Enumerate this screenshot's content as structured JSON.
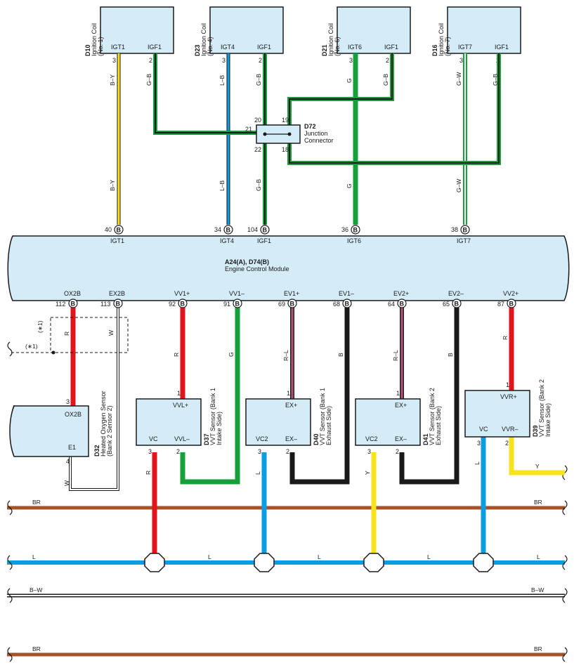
{
  "colors": {
    "yellow": "#f7e21b",
    "blue": "#0a9de0",
    "green": "#15a03a",
    "red": "#e3141b",
    "black": "#1a1a1a",
    "brown": "#a3522a",
    "pink": "#e57fa1",
    "white": "#ffffff",
    "box": "#d4ebf8"
  },
  "ignition_coils": [
    {
      "id": "D10",
      "name": "Ignition Coil",
      "sub": "(No. 1)",
      "pin1": "IGT1",
      "pin2": "IGF1",
      "n1": "3",
      "n2": "2",
      "wire1": "B–Y",
      "wire2": "G–B"
    },
    {
      "id": "D23",
      "name": "Ignition Coil",
      "sub": "(No. 4)",
      "pin1": "IGT4",
      "pin2": "IGF1",
      "n1": "3",
      "n2": "2",
      "wire1": "L–B",
      "wire2": "G–B"
    },
    {
      "id": "D21",
      "name": "Ignition Coil",
      "sub": "(No. 6)",
      "pin1": "IGT6",
      "pin2": "IGF1",
      "n1": "3",
      "n2": "2",
      "wire1": "G",
      "wire2": "G–B"
    },
    {
      "id": "D16",
      "name": "Ignition Coil",
      "sub": "(No. 7)",
      "pin1": "IGT7",
      "pin2": "IGF1",
      "n1": "3",
      "n2": "2",
      "wire1": "G–W",
      "wire2": "G–B"
    }
  ],
  "junction": {
    "id": "D72",
    "name1": "Junction",
    "name2": "Connector",
    "p20": "20",
    "p19": "19",
    "p21": "21",
    "p22": "22",
    "p18": "18"
  },
  "ecm": {
    "id": "A24(A), D74(B)",
    "name": "Engine Control Module",
    "top_terms": [
      {
        "num": "40",
        "conn": "B",
        "label": "IGT1",
        "wire": "B–Y"
      },
      {
        "num": "34",
        "conn": "B",
        "label": "IGT4",
        "wire": "L–B"
      },
      {
        "num": "104",
        "conn": "B",
        "label": "IGF1",
        "wire": "G–B"
      },
      {
        "num": "36",
        "conn": "B",
        "label": "IGT6",
        "wire": "G"
      },
      {
        "num": "38",
        "conn": "B",
        "label": "IGT7",
        "wire": "G–W"
      }
    ],
    "bottom_terms": [
      {
        "num": "112",
        "conn": "B",
        "label": "OX2B"
      },
      {
        "num": "113",
        "conn": "B",
        "label": "EX2B"
      },
      {
        "num": "92",
        "conn": "B",
        "label": "VV1+"
      },
      {
        "num": "91",
        "conn": "B",
        "label": "VV1–"
      },
      {
        "num": "69",
        "conn": "B",
        "label": "EV1+"
      },
      {
        "num": "68",
        "conn": "B",
        "label": "EV1–"
      },
      {
        "num": "64",
        "conn": "B",
        "label": "EV2+"
      },
      {
        "num": "65",
        "conn": "B",
        "label": "EV2–"
      },
      {
        "num": "87",
        "conn": "B",
        "label": "VV2+"
      }
    ]
  },
  "o2_sensor": {
    "id": "D32",
    "name1": "Heated Oxygen Sensor",
    "name2": "(Bank 2 Sensor 2)",
    "pin_top": "OX2B",
    "pin_bot": "E1",
    "n3": "3",
    "n4": "4",
    "wire_r": "R",
    "wire_w": "W",
    "wire_w2": "W",
    "note": "(∗1)",
    "note2": "(∗1)"
  },
  "vvt_sensors": [
    {
      "id": "D37",
      "name1": "VVT Sensor (Bank 1",
      "name2": "Intake Side)",
      "top": "VVL+",
      "bl": "VC",
      "br": "VVL–",
      "n1": "1",
      "n3": "3",
      "n2": "2",
      "wire_top": "R",
      "wire_neg": "G",
      "wire_vc": "R"
    },
    {
      "id": "D40",
      "name1": "VVT Sensor (Bank 1",
      "name2": "Exhaust Side)",
      "top": "EX+",
      "bl": "VC2",
      "br": "EX–",
      "n1": "1",
      "n3": "3",
      "n2": "2",
      "wire_top": "R–L",
      "wire_neg": "B",
      "wire_vc": "L"
    },
    {
      "id": "D41",
      "name1": "VVT Sensor (Bank 2",
      "name2": "Exhaust Side)",
      "top": "EX+",
      "bl": "VC2",
      "br": "EX–",
      "n1": "1",
      "n3": "3",
      "n2": "2",
      "wire_top": "R–L",
      "wire_neg": "B",
      "wire_vc": "Y"
    },
    {
      "id": "D39",
      "name1": "VVT Sensor (Bank 2",
      "name2": "Intake Side)",
      "top": "VVR+",
      "bl": "VC",
      "br": "VVR–",
      "n1": "1",
      "n3": "3",
      "n2": "2",
      "wire_top": "R",
      "wire_neg": "Y",
      "wire_vc": "L"
    }
  ],
  "buses": [
    {
      "label": "BR",
      "label_r": "BR"
    },
    {
      "label": "L",
      "label_m1": "L",
      "label_m2": "L",
      "label_m3": "L",
      "label_r": "L"
    },
    {
      "label": "B–W",
      "label_r": "B–W"
    },
    {
      "label": "BR",
      "label_r": "BR"
    }
  ]
}
